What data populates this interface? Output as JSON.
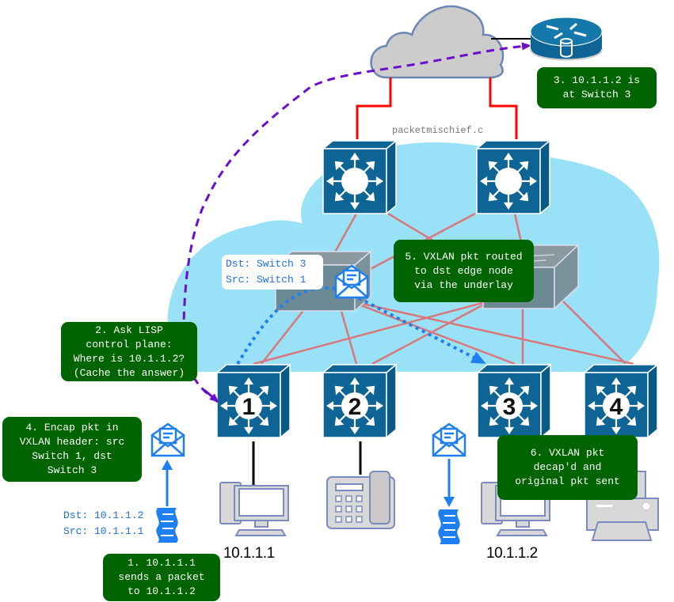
{
  "watermark": "packetmischief.c",
  "switches": [
    {
      "id": "spine-1",
      "label": ""
    },
    {
      "id": "spine-2",
      "label": ""
    },
    {
      "id": "edge-1",
      "label": "1"
    },
    {
      "id": "edge-2",
      "label": "2"
    },
    {
      "id": "edge-3",
      "label": "3"
    },
    {
      "id": "edge-4",
      "label": "4"
    }
  ],
  "hosts": {
    "host1_ip": "10.1.1.1",
    "host2_ip": "10.1.1.2"
  },
  "callouts": {
    "step1": "1. 10.1.1.1\nsends a packet\nto 10.1.1.2",
    "step2": "2. Ask LISP\ncontrol plane:\nWhere is 10.1.1.2?\n(Cache the answer)",
    "step3": "3. 10.1.1.2 is\nat Switch 3",
    "step4": "4. Encap pkt in\nVXLAN header: src\nSwitch 1, dst\nSwitch 3",
    "step5": "5. VXLAN pkt routed\nto dst edge node\nvia the underlay",
    "step6": "6. VXLAN pkt\ndecap'd and\noriginal pkt sent"
  },
  "vxlan_header": {
    "dst": "Dst: Switch 3",
    "src": "Src: Switch 1"
  },
  "inner_packet": {
    "dst": "Dst: 10.1.1.2",
    "src": "Src: 10.1.1.1"
  },
  "colors": {
    "callout_bg": "#006400",
    "switch_blue": "#0e6494",
    "underlay_cloud": "#99e1f6",
    "internet_cloud": "#cccccc",
    "control_plane_arrow": "#6a0dcc",
    "packet_blue": "#1e7ff0",
    "uplink_red": "#ff0000",
    "underlay_link": "#d9777a"
  }
}
